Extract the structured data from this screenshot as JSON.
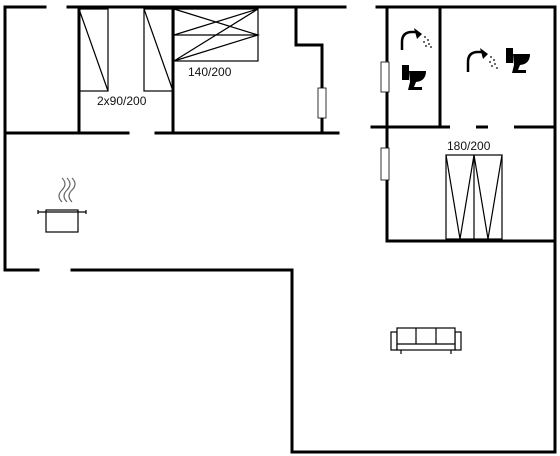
{
  "rooms": {
    "bedroom_twin": {
      "bed_label": "2x90/200"
    },
    "bedroom_double_small": {
      "bed_label": "140/200"
    },
    "bedroom_double_large": {
      "bed_label": "180/200"
    }
  },
  "icons": {
    "kitchen": "cooking-pot-icon",
    "living": "sofa-icon",
    "bathroom": [
      "shower-icon",
      "toilet-icon"
    ]
  },
  "colors": {
    "walls": "#000000",
    "background": "#ffffff"
  }
}
